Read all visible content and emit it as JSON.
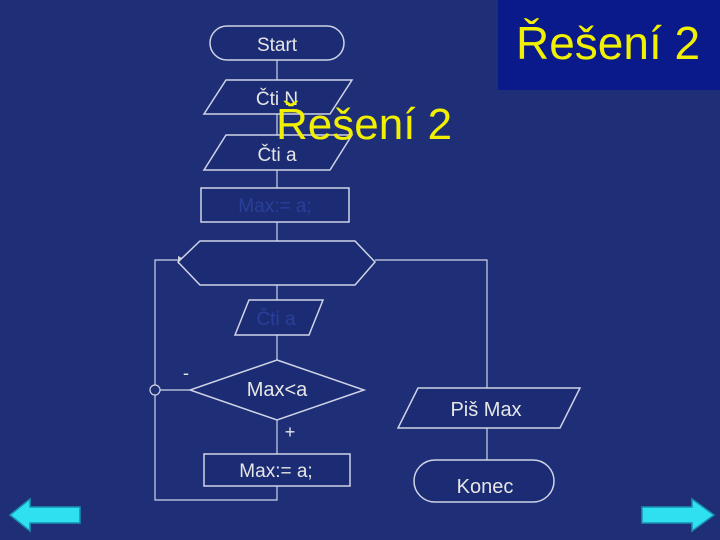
{
  "slide": {
    "title": "Řešení 2",
    "title_overlay": "Řešení 2"
  },
  "flowchart": {
    "start": "Start",
    "read_n": "Čti N",
    "read_a_first": "Čti a",
    "assign_first": "Max:= a;",
    "loop": "",
    "read_a_loop": "Čti a",
    "condition": "Max<a",
    "branch_no": "-",
    "branch_yes": "+",
    "assign_loop": "Max:= a;",
    "output": "Piš Max",
    "end": "Konec"
  },
  "navigation": {
    "back_icon": "left-arrow-icon",
    "next_icon": "right-arrow-icon"
  },
  "colors": {
    "background": "#1f2f77",
    "title_box": "#0a1a8a",
    "title_text": "#f0f000",
    "shape_fill": "#1c2c74",
    "shape_stroke": "#cfd3e6",
    "text_light": "#e6e6e6",
    "text_faded": "#2a3f9a",
    "arrow_fill": "#2ee0f0"
  }
}
